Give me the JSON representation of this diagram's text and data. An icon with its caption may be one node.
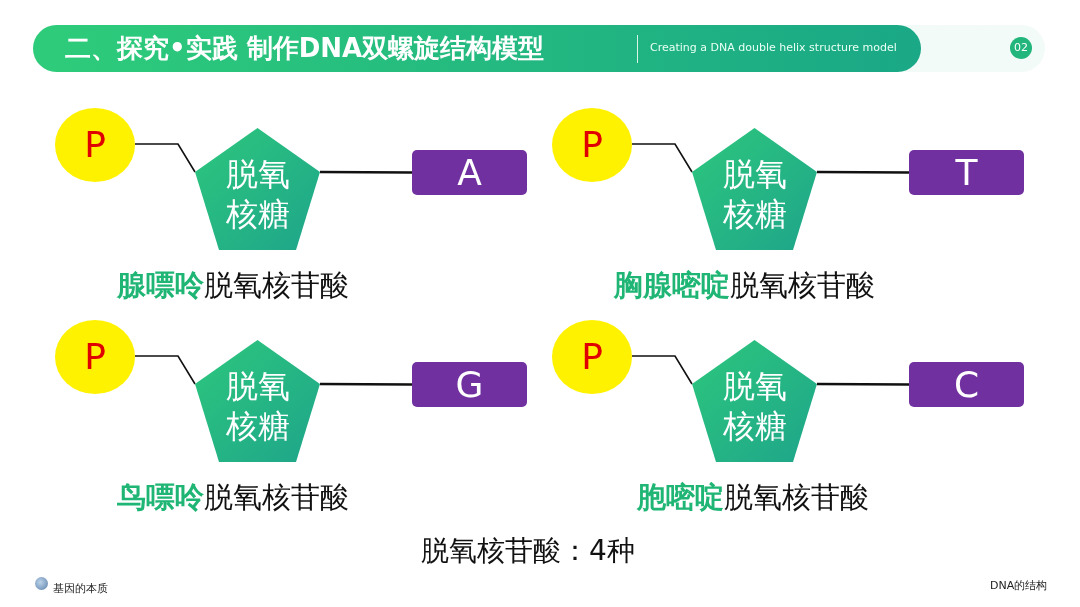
{
  "diagram": {
    "title": "二、探究•实践 制作DNA双螺旋结构模型",
    "nodes": [
      {
        "text": [
          "P"
        ]
      },
      {
        "text": [
          "脱氧核糖"
        ]
      },
      {
        "text": [
          "A"
        ]
      },
      {
        "text": [
          "P"
        ]
      },
      {
        "text": [
          "脱氧核糖"
        ]
      },
      {
        "text": [
          "T"
        ]
      },
      {
        "text": [
          "P"
        ]
      },
      {
        "text": [
          "脱氧核糖"
        ]
      },
      {
        "text": [
          "G"
        ]
      },
      {
        "text": [
          "P"
        ]
      },
      {
        "text": [
          "脱氧核糖"
        ]
      },
      {
        "text": [
          "C"
        ]
      }
    ],
    "edges": [
      {
        "from": 0,
        "to": 1,
        "arrow": "none"
      },
      {
        "from": 1,
        "to": 2,
        "arrow": "none"
      },
      {
        "from": 3,
        "to": 4,
        "arrow": "none"
      },
      {
        "from": 4,
        "to": 5,
        "arrow": "none"
      },
      {
        "from": 6,
        "to": 7,
        "arrow": "none"
      },
      {
        "from": 7,
        "to": 8,
        "arrow": "none"
      },
      {
        "from": 9,
        "to": 10,
        "arrow": "none"
      },
      {
        "from": 10,
        "to": 11,
        "arrow": "none"
      }
    ],
    "labels": [
      "Creating a DNA double helix structure model",
      "02",
      "**腺嘌呤**脱氧核苷酸",
      "**胸腺嘧啶**脱氧核苷酸",
      "**鸟嘌呤**脱氧核苷酸",
      "**胞嘧啶**脱氧核苷酸",
      "脱氧核苷酸：4种",
      "基因的本质",
      "DNA的结构"
    ]
  }
}
